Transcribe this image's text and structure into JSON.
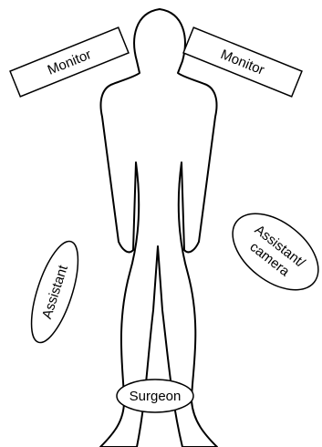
{
  "diagram": {
    "labels": {
      "monitor_left": "Monitor",
      "monitor_right": "Monitor",
      "assistant_left": "Assistant",
      "assistant_camera_line1": "Assistant/",
      "assistant_camera_line2": "camera",
      "surgeon": "Surgeon"
    },
    "colors": {
      "stroke": "#000000",
      "background": "#ffffff"
    }
  }
}
